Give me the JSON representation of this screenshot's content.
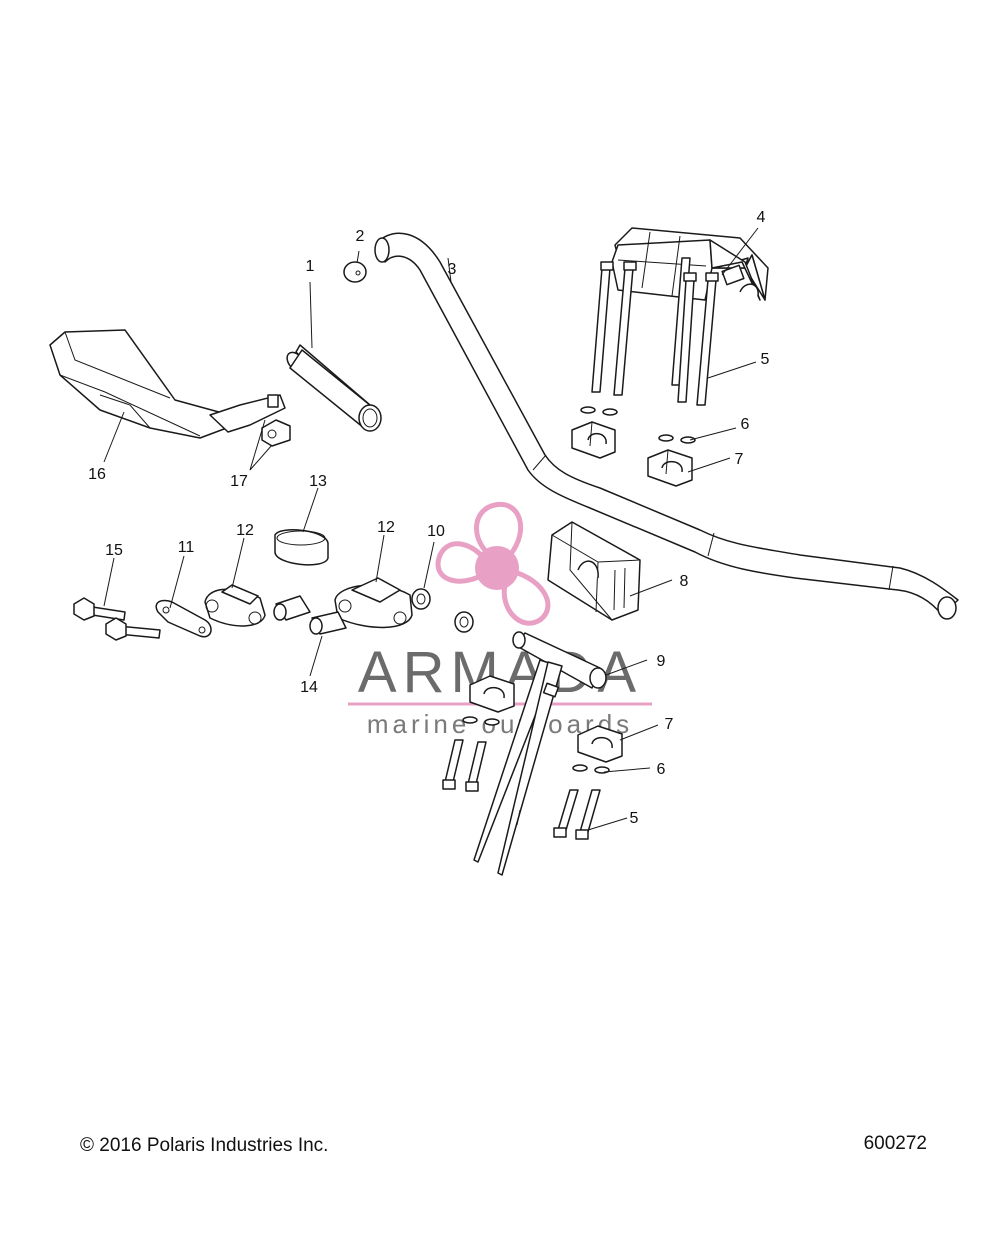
{
  "footer": {
    "copyright": "© 2016 Polaris Industries Inc.",
    "diagram_id": "600272"
  },
  "watermark": {
    "brand": "ARMADA",
    "tagline": "marine outboards",
    "brand_color": "#6b6b6b",
    "accent_color": "#e8a0c4"
  },
  "callouts": {
    "c1": "1",
    "c2": "2",
    "c3": "3",
    "c4": "4",
    "c5a": "5",
    "c5b": "5",
    "c6a": "6",
    "c6b": "6",
    "c7a": "7",
    "c7b": "7",
    "c8": "8",
    "c9": "9",
    "c10": "10",
    "c11": "11",
    "c12a": "12",
    "c12b": "12",
    "c13": "13",
    "c14": "14",
    "c15": "15",
    "c16": "16",
    "c17": "17"
  }
}
